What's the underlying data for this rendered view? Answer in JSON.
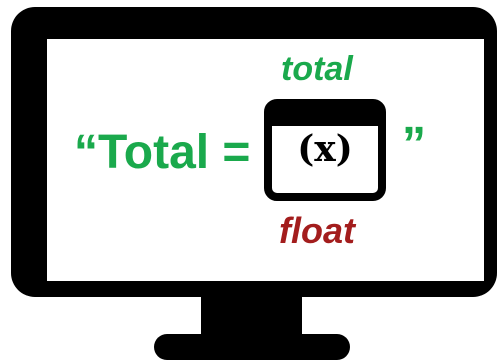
{
  "statement": {
    "open_text": "“Total = ",
    "close_quote": "”"
  },
  "variable": {
    "name": "total",
    "value": "(x)",
    "type": "float"
  },
  "colors": {
    "green": "#1aa94c",
    "red": "#a31d1d",
    "black": "#000000",
    "background": "#ffffff"
  },
  "icons": {
    "display": "monitor-icon",
    "variable": "variable-box-icon"
  }
}
